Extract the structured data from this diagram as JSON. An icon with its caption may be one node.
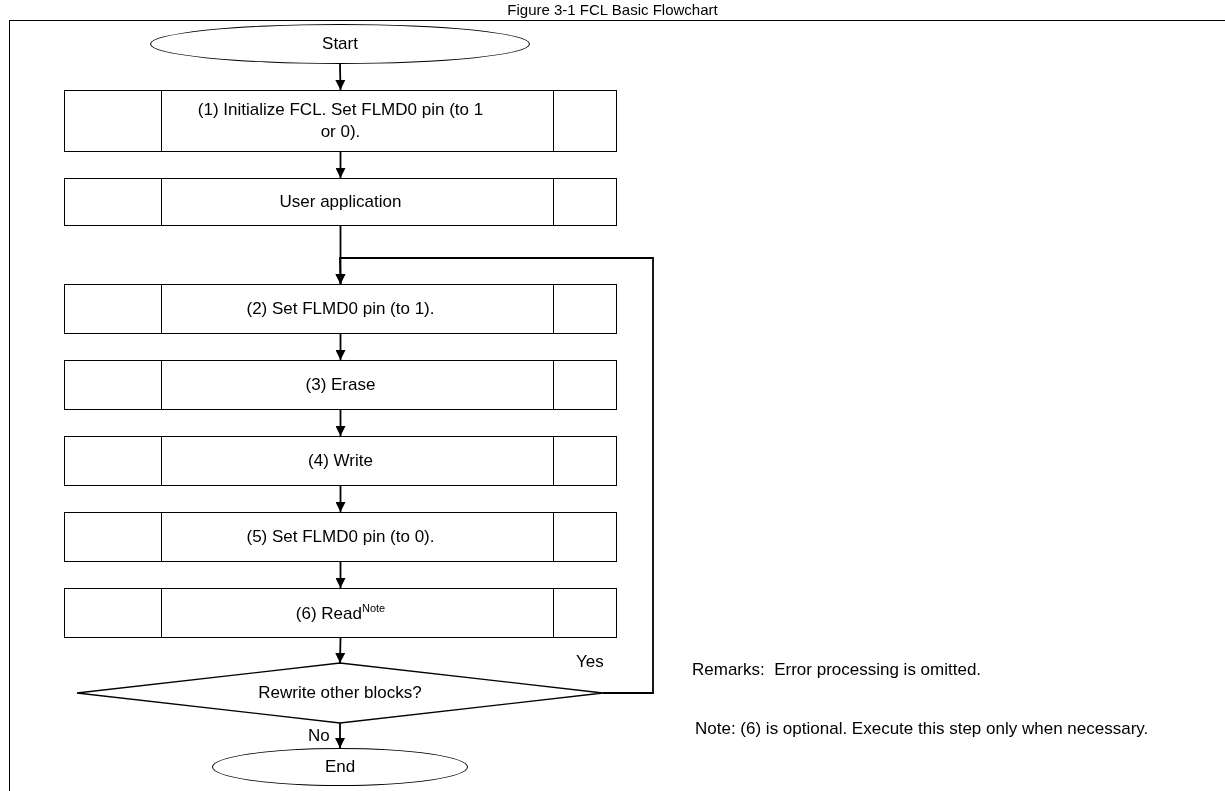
{
  "diagram": {
    "title": "Figure 3-1 FCL Basic Flowchart",
    "nodes": [
      {
        "text": [
          "Start"
        ]
      },
      {
        "text": [
          "(1) Initialize FCL. Set FLMD0 pin (to 1 or 0)."
        ]
      },
      {
        "text": [
          "User application"
        ]
      },
      {
        "text": [
          "(2) Set FLMD0 pin (to 1)."
        ]
      },
      {
        "text": [
          "(3) Erase"
        ]
      },
      {
        "text": [
          "(4) Write"
        ]
      },
      {
        "text": [
          "(5) Set FLMD0 pin (to 0)."
        ]
      },
      {
        "text": [
          "(6) Read$^{Note}$"
        ]
      },
      {
        "text": [
          "Rewrite other blocks?"
        ]
      },
      {
        "text": [
          "End"
        ]
      }
    ],
    "edges": [
      {
        "from": 0,
        "to": 1,
        "arrow": "to"
      },
      {
        "from": 1,
        "to": 2,
        "arrow": "to"
      },
      {
        "from": 2,
        "to": 3,
        "arrow": "to"
      },
      {
        "from": 3,
        "to": 4,
        "arrow": "to"
      },
      {
        "from": 4,
        "to": 5,
        "arrow": "to"
      },
      {
        "from": 5,
        "to": 6,
        "arrow": "to"
      },
      {
        "from": 6,
        "to": 7,
        "arrow": "to"
      },
      {
        "from": 7,
        "to": 8,
        "arrow": "to"
      },
      {
        "from": 8,
        "to": 3,
        "arrow": "to",
        "label": "Yes"
      },
      {
        "from": 8,
        "to": 9,
        "arrow": "to",
        "label": "No"
      }
    ],
    "labels": [
      "Remarks:  Error processing is omitted.",
      "Note: (6) is optional. Execute this step only when necessary."
    ]
  }
}
